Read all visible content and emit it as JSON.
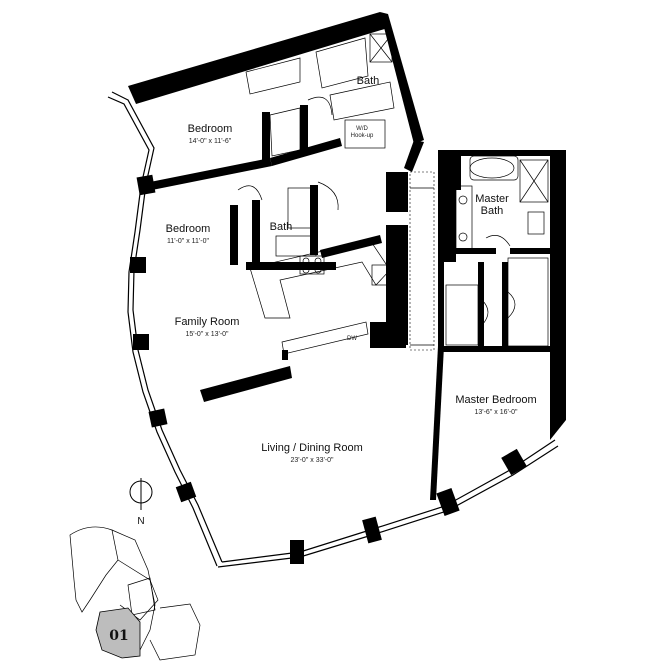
{
  "rooms": {
    "bedroom1": {
      "name": "Bedroom",
      "dims": "14'-0\" x 11'-6\""
    },
    "bedroom2": {
      "name": "Bedroom",
      "dims": "11'-0\" x 11'-0\""
    },
    "bath1": {
      "name": "Bath"
    },
    "bath2": {
      "name": "Bath"
    },
    "master_bath": {
      "name_line1": "Master",
      "name_line2": "Bath"
    },
    "family_room": {
      "name": "Family Room",
      "dims": "15'-0\" x 13'-0\""
    },
    "living_dining": {
      "name": "Living / Dining Room",
      "dims": "23'-0\" x 33'-0\""
    },
    "master_bedroom": {
      "name": "Master Bedroom",
      "dims": "13'-6\" x 16'-0\""
    }
  },
  "fixtures": {
    "wd_line1": "W/D",
    "wd_line2": "Hook-up",
    "dw": "DW"
  },
  "compass": {
    "label": "N"
  },
  "key_plan": {
    "unit_label": "01"
  }
}
